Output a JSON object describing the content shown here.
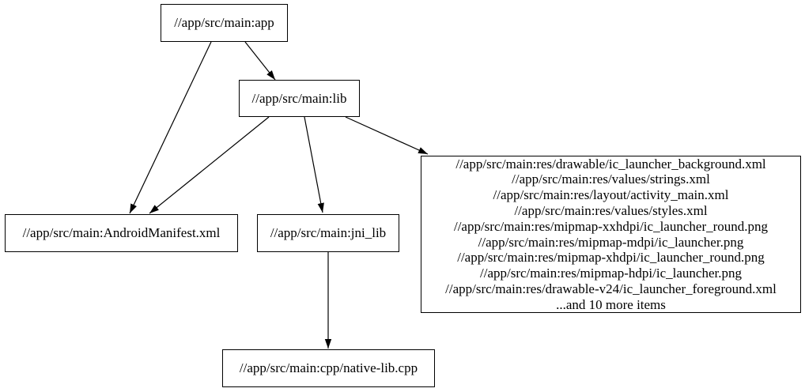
{
  "diagram": {
    "type": "dependency-graph",
    "colors": {
      "background": "#ffffff",
      "node_fill": "#ffffff",
      "node_border": "#000000",
      "edge": "#000000",
      "text": "#000000"
    },
    "nodes": {
      "app": {
        "label": "//app/src/main:app"
      },
      "lib": {
        "label": "//app/src/main:lib"
      },
      "android_manifest": {
        "label": "//app/src/main:AndroidManifest.xml"
      },
      "jni_lib": {
        "label": "//app/src/main:jni_lib"
      },
      "native_lib_cpp": {
        "label": "//app/src/main:cpp/native-lib.cpp"
      },
      "res_group": {
        "lines": [
          "//app/src/main:res/drawable/ic_launcher_background.xml",
          "//app/src/main:res/values/strings.xml",
          "//app/src/main:res/layout/activity_main.xml",
          "//app/src/main:res/values/styles.xml",
          "//app/src/main:res/mipmap-xxhdpi/ic_launcher_round.png",
          "//app/src/main:res/mipmap-mdpi/ic_launcher.png",
          "//app/src/main:res/mipmap-xhdpi/ic_launcher_round.png",
          "//app/src/main:res/mipmap-hdpi/ic_launcher.png",
          "//app/src/main:res/drawable-v24/ic_launcher_foreground.xml",
          "...and 10 more items"
        ]
      }
    },
    "edges": [
      {
        "from": "app",
        "to": "android_manifest"
      },
      {
        "from": "app",
        "to": "lib"
      },
      {
        "from": "lib",
        "to": "android_manifest"
      },
      {
        "from": "lib",
        "to": "jni_lib"
      },
      {
        "from": "lib",
        "to": "res_group"
      },
      {
        "from": "jni_lib",
        "to": "native_lib_cpp"
      }
    ]
  }
}
